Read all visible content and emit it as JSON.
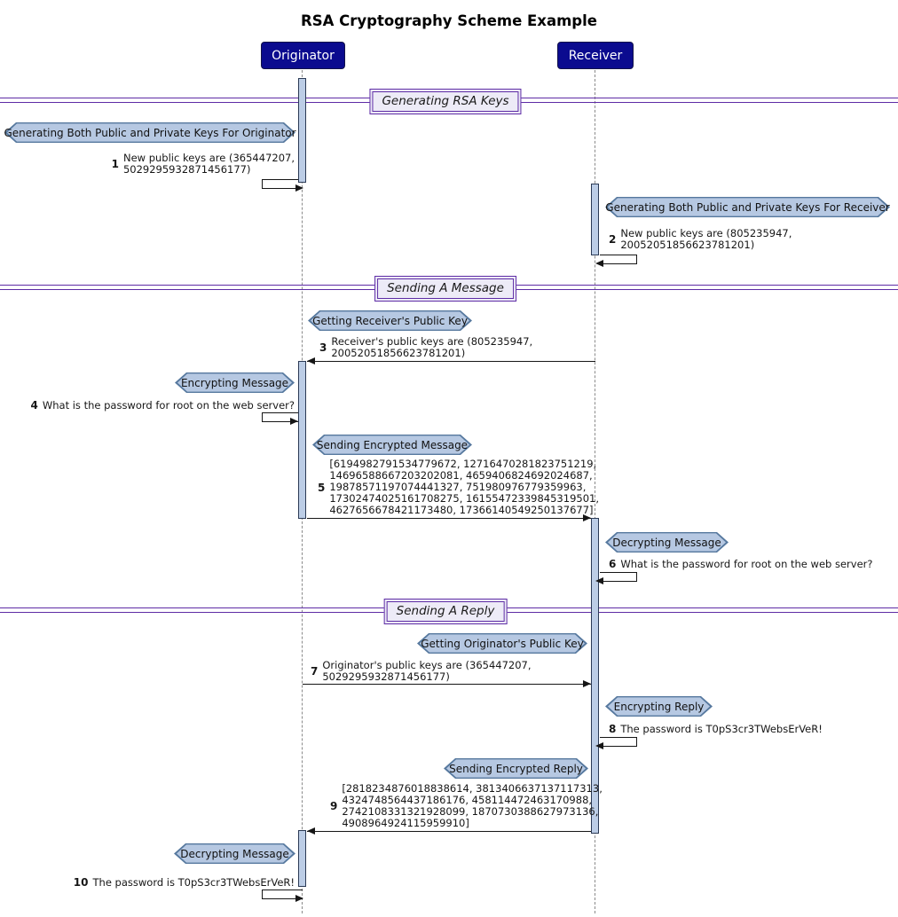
{
  "title": "RSA Cryptography Scheme Example",
  "actors": {
    "originator": "Originator",
    "receiver": "Receiver"
  },
  "dividers": {
    "d1": "Generating RSA Keys",
    "d2": "Sending A Message",
    "d3": "Sending A Reply"
  },
  "notes": {
    "n1": "Generating Both Public and Private Keys For Originator",
    "n2": "Generating Both Public and Private Keys For Receiver",
    "n3": "Getting Receiver's Public Key",
    "n4": "Encrypting Message",
    "n5": "Sending Encrypted Message",
    "n6": "Decrypting Message",
    "n7": "Getting Originator's Public Key",
    "n8": "Encrypting Reply",
    "n9": "Sending Encrypted Reply",
    "n10": "Decrypting Message"
  },
  "messages": {
    "m1": {
      "seq": "1",
      "text": "New public keys are (365447207,\n5029295932871456177)"
    },
    "m2": {
      "seq": "2",
      "text": "New public keys are (805235947,\n20052051856623781201)"
    },
    "m3": {
      "seq": "3",
      "text": "Receiver's public keys are (805235947,\n20052051856623781201)"
    },
    "m4": {
      "seq": "4",
      "text": "What is the password for root on the web server?"
    },
    "m5": {
      "seq": "5",
      "text": "[6194982791534779672, 12716470281823751219,\n14696588667203202081, 4659406824692024687,\n19878571197074441327, 751980976779359963,\n17302474025161708275, 16155472339845319501,\n4627656678421173480, 17366140549250137677]"
    },
    "m6": {
      "seq": "6",
      "text": "What is the password for root on the web server?"
    },
    "m7": {
      "seq": "7",
      "text": "Originator's public keys are (365447207,\n5029295932871456177)"
    },
    "m8": {
      "seq": "8",
      "text": "The password is T0pS3cr3TWebsErVeR!"
    },
    "m9": {
      "seq": "9",
      "text": "[2818234876018838614, 3813406637137117313,\n4324748564437186176, 458114472463170988,\n2742108331321928099, 1870730388627973136,\n4908964924115959910]"
    },
    "m10": {
      "seq": "10",
      "text": "The password is T0pS3cr3TWebsErVeR!"
    }
  }
}
